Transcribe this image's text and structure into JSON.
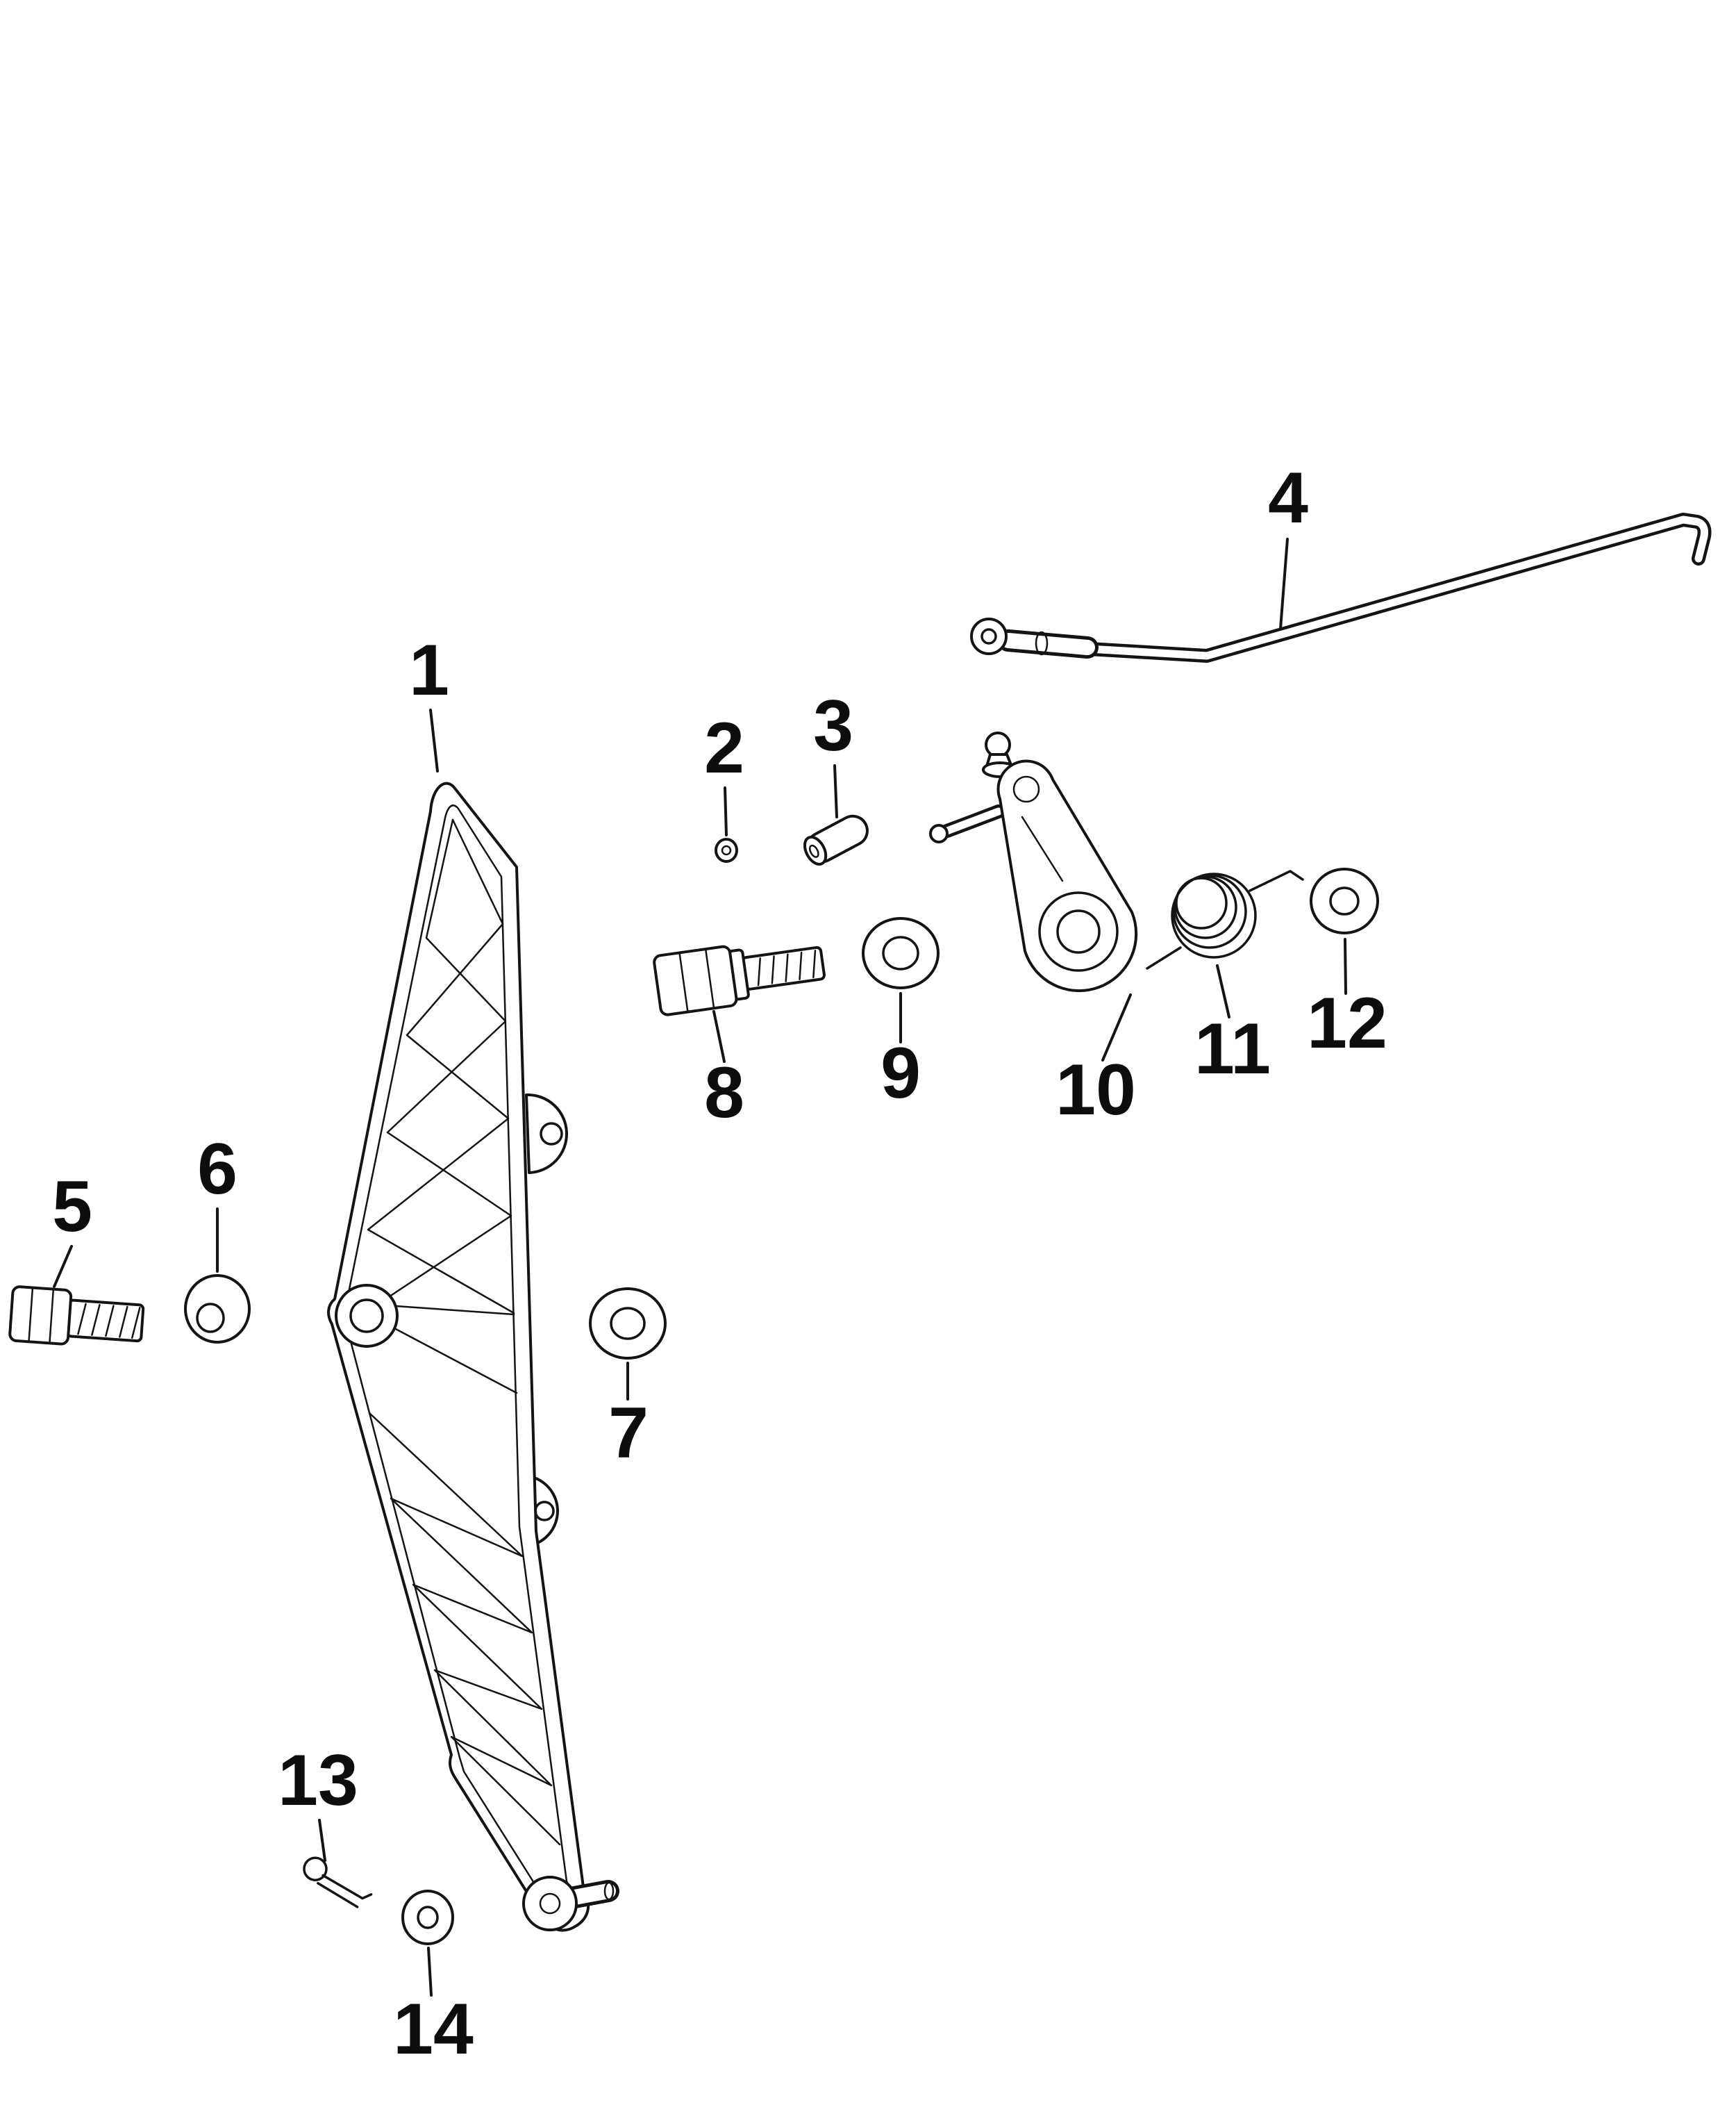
{
  "page": {
    "background_color": "#ffffff",
    "line_color": "#141414",
    "text_color": "#0d0d0d"
  },
  "diagram": {
    "type": "exploded-parts-diagram",
    "callouts": [
      {
        "label": "1"
      },
      {
        "label": "2"
      },
      {
        "label": "3"
      },
      {
        "label": "4"
      },
      {
        "label": "5"
      },
      {
        "label": "6"
      },
      {
        "label": "7"
      },
      {
        "label": "8"
      },
      {
        "label": "9"
      },
      {
        "label": "10"
      },
      {
        "label": "11"
      },
      {
        "label": "12"
      },
      {
        "label": "13"
      },
      {
        "label": "14"
      }
    ]
  }
}
